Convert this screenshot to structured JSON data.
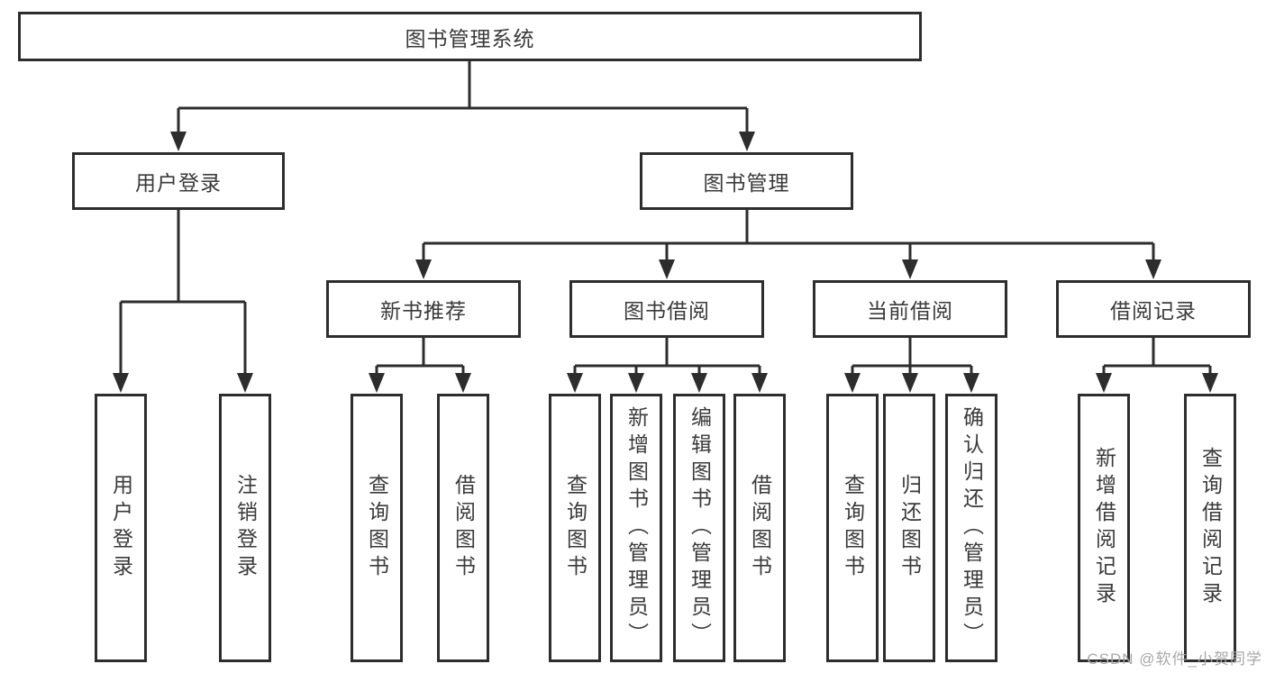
{
  "tree": {
    "label": "图书管理系统",
    "children": [
      {
        "label": "用户登录",
        "children": [
          {
            "label": "用户登录"
          },
          {
            "label": "注销登录"
          }
        ]
      },
      {
        "label": "图书管理",
        "children": [
          {
            "label": "新书推荐",
            "children": [
              {
                "label": "查询图书"
              },
              {
                "label": "借阅图书"
              }
            ]
          },
          {
            "label": "图书借阅",
            "children": [
              {
                "label": "查询图书"
              },
              {
                "label": "新增图书（管理员）"
              },
              {
                "label": "编辑图书（管理员）"
              },
              {
                "label": "借阅图书"
              }
            ]
          },
          {
            "label": "当前借阅",
            "children": [
              {
                "label": "查询图书"
              },
              {
                "label": "归还图书"
              },
              {
                "label": "确认归还（管理员）"
              }
            ]
          },
          {
            "label": "借阅记录",
            "children": [
              {
                "label": "新增借阅记录"
              },
              {
                "label": "查询借阅记录"
              }
            ]
          }
        ]
      }
    ]
  },
  "watermark": {
    "text": "CSDN @软件_小贺同学"
  },
  "colors": {
    "line": "#2d2d2d",
    "text": "#3a3a3a",
    "background": "#ffffff",
    "watermark": "#a8a8a8"
  }
}
